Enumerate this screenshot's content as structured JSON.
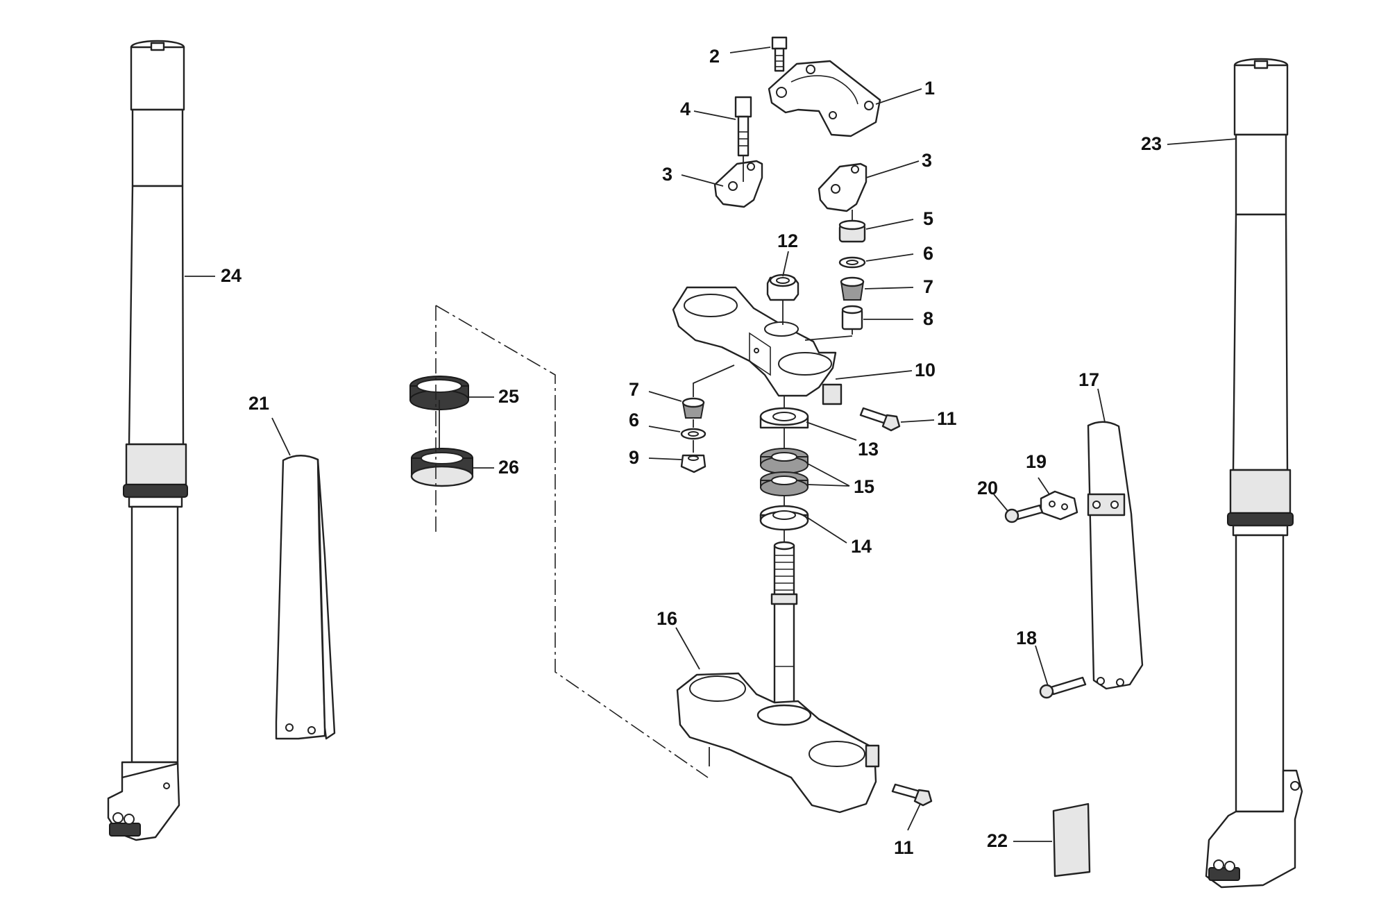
{
  "callouts": {
    "c1": "1",
    "c2": "2",
    "c3a": "3",
    "c3b": "3",
    "c4": "4",
    "c5": "5",
    "c6a": "6",
    "c6b": "6",
    "c7a": "7",
    "c7b": "7",
    "c8": "8",
    "c9": "9",
    "c10": "10",
    "c11a": "11",
    "c11b": "11",
    "c12": "12",
    "c13": "13",
    "c14": "14",
    "c15": "15",
    "c16": "16",
    "c17": "17",
    "c18": "18",
    "c19": "19",
    "c20": "20",
    "c21": "21",
    "c22": "22",
    "c23": "23",
    "c24": "24",
    "c25": "25",
    "c26": "26"
  }
}
